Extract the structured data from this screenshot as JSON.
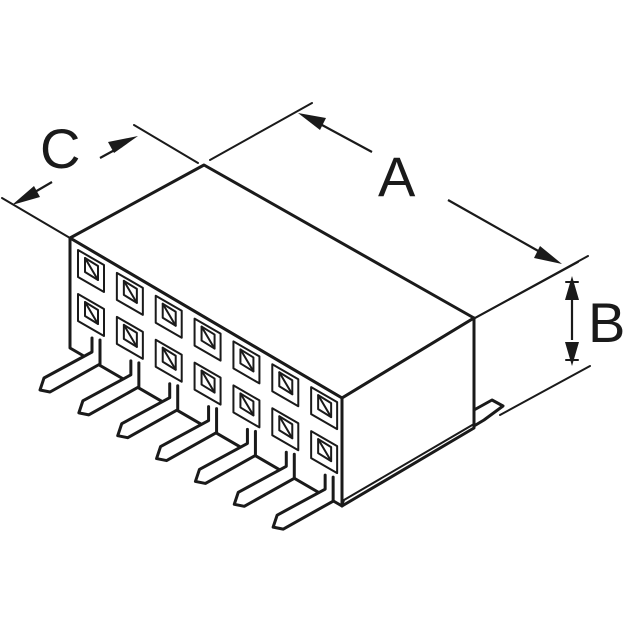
{
  "diagram": {
    "dimension_labels": {
      "a": "A",
      "b": "B",
      "c": "C"
    },
    "pin_count_per_row": 7,
    "rows": 2
  }
}
